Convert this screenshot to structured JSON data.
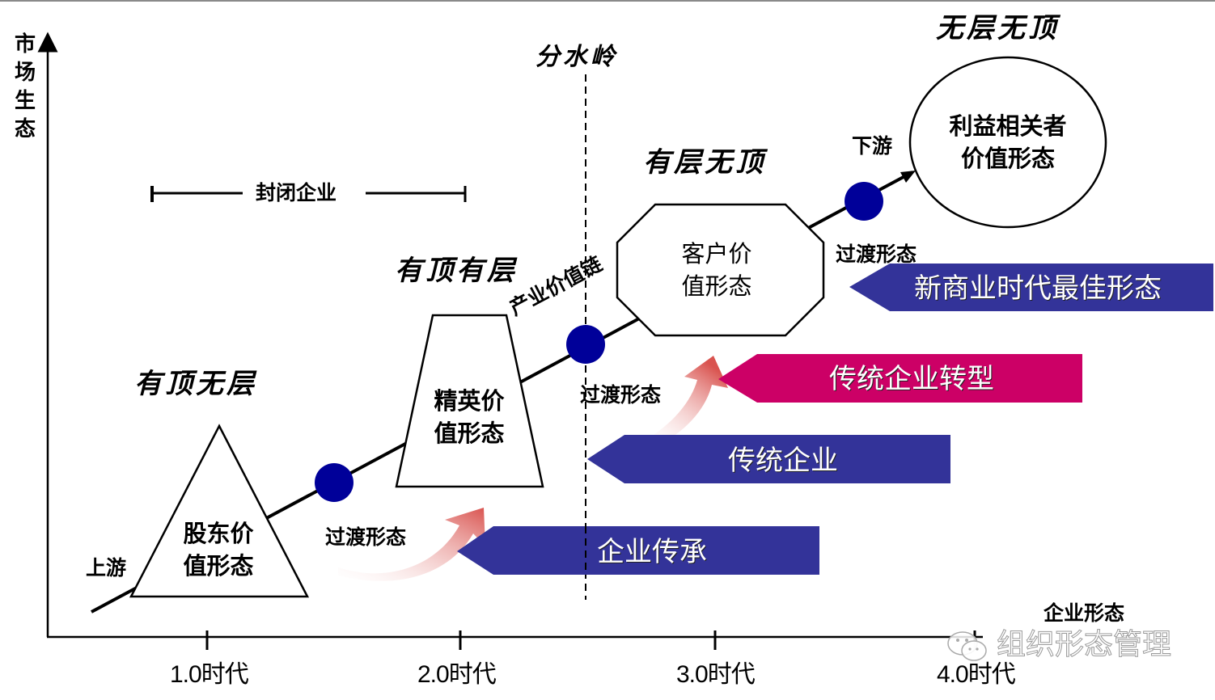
{
  "axes": {
    "y_label": [
      "市",
      "场",
      "生",
      "态"
    ],
    "x_label": "企业形态",
    "ticks": [
      "1.0时代",
      "2.0时代",
      "3.0时代",
      "4.0时代"
    ]
  },
  "divider_label": "分水岭",
  "closed_enterprise_label": "封闭企业",
  "value_chain_label": "产业价值链",
  "upstream_label": "上游",
  "downstream_label": "下游",
  "stages": [
    {
      "title": "有顶无层",
      "shape": "triangle",
      "text_line1": "股东价",
      "text_line2": "值形态"
    },
    {
      "title": "有顶有层",
      "shape": "trapezoid",
      "text_line1": "精英价",
      "text_line2": "值形态"
    },
    {
      "title": "有层无顶",
      "shape": "octagon",
      "text_line1": "客户价",
      "text_line2": "值形态"
    },
    {
      "title": "无层无顶",
      "shape": "ellipse",
      "text_line1": "利益相关者",
      "text_line2": "价值形态"
    }
  ],
  "transition_labels": [
    "过渡形态",
    "过渡形态",
    "过渡形态"
  ],
  "banners": [
    {
      "label": "新商业时代最佳形态",
      "color": "#333399"
    },
    {
      "label": "传统企业转型",
      "color": "#cc0066"
    },
    {
      "label": "传统企业",
      "color": "#333399"
    },
    {
      "label": "企业传承",
      "color": "#333399"
    }
  ],
  "colors": {
    "node": "#000099",
    "curved_arrow": "#d9534f"
  },
  "watermark": "组织形态管理"
}
